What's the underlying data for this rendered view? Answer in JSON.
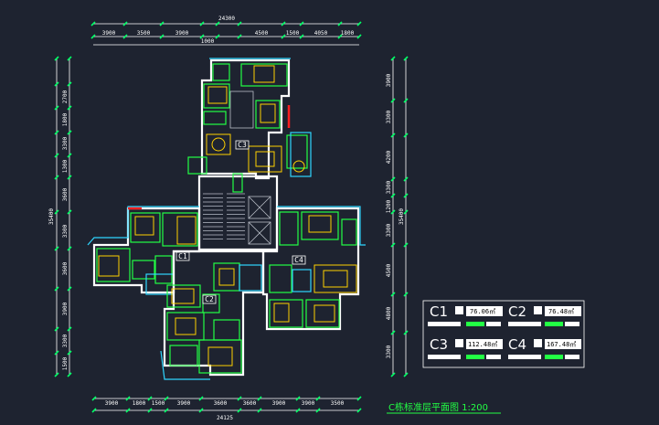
{
  "colors": {
    "background": "#1e2330",
    "wall": "#ffffff",
    "window": "#2fd6ff",
    "room": "#22ff44",
    "furniture": "#ffd000",
    "dimension_tick": "#00ff66",
    "accent_red": "#ff2020"
  },
  "dimensions": {
    "top_total": "24300",
    "top_segments": [
      "3900",
      "3500",
      "3900",
      "",
      "4500",
      "1500",
      "4050",
      "1800"
    ],
    "top_sub": "1000",
    "bottom_total": "24125",
    "bottom_segments": [
      "3900",
      "1800",
      "1500",
      "3900",
      "3600",
      "3600",
      "3900",
      "3900",
      "3500"
    ],
    "left_total": "35400",
    "left_segments": [
      "2700",
      "1800",
      "3300",
      "1300",
      "3600",
      "3300",
      "3600",
      "3900",
      "3300",
      "1500"
    ],
    "right_total": "35400",
    "right_segments": [
      "3900",
      "3300",
      "4200",
      "3300",
      "1200",
      "3300",
      "4500",
      "4800",
      "3300"
    ]
  },
  "unit_labels": [
    "C3",
    "C1",
    "C2",
    "C4"
  ],
  "legend": [
    {
      "id": "C1",
      "area": "76.06㎡"
    },
    {
      "id": "C2",
      "area": "76.48㎡"
    },
    {
      "id": "C3",
      "area": "112.48㎡"
    },
    {
      "id": "C4",
      "area": "167.48㎡"
    }
  ],
  "title": "C栋标准层平面图  1:200"
}
